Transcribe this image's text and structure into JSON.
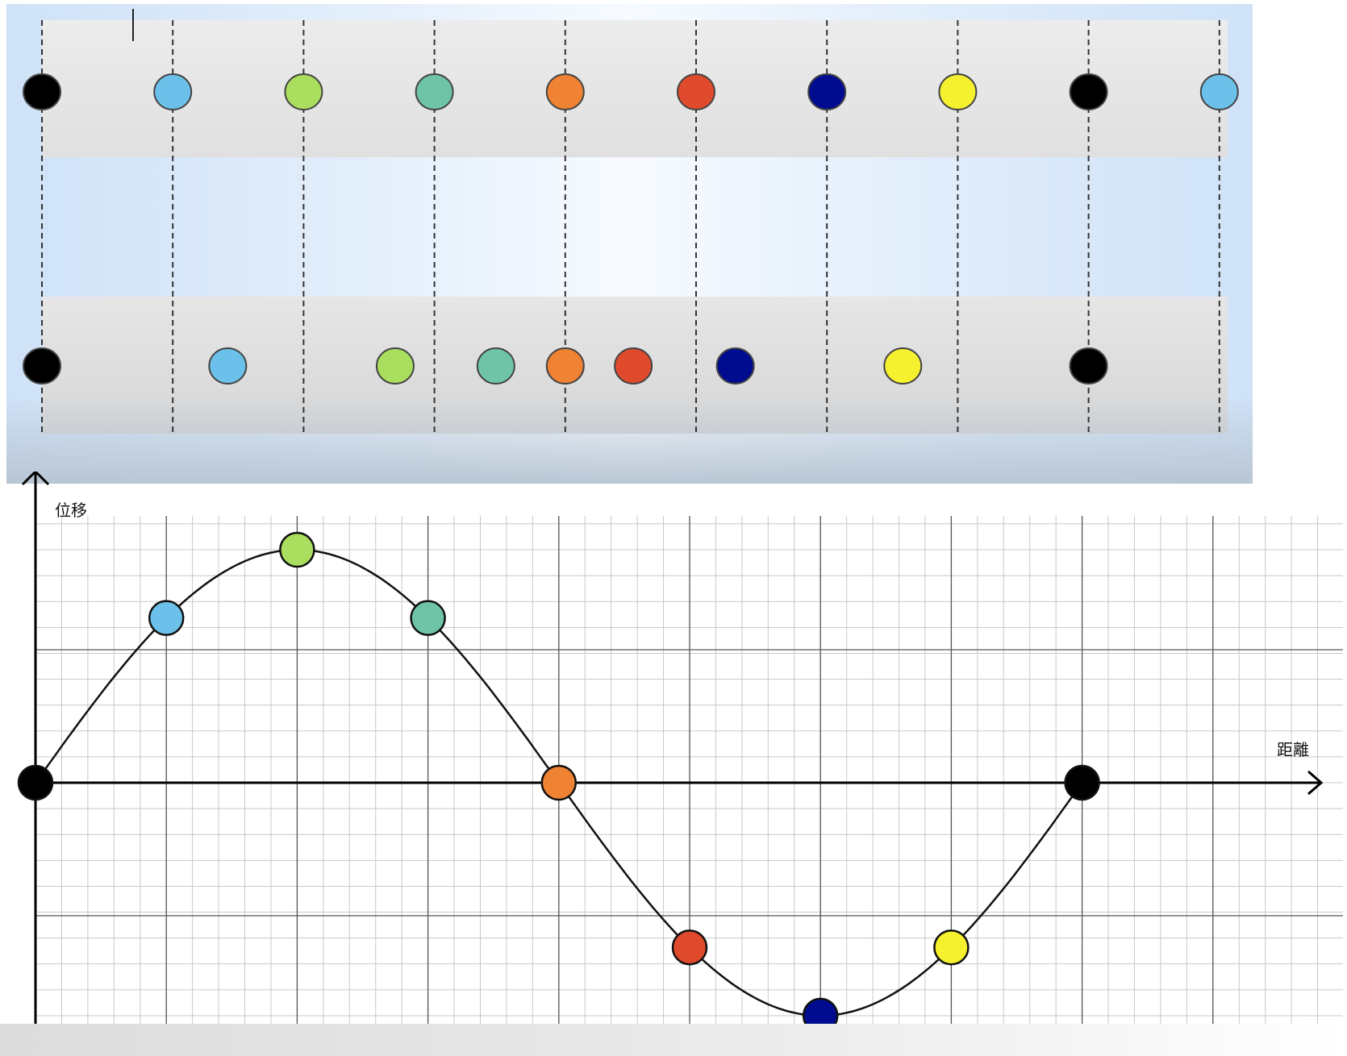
{
  "diagram": {
    "y_axis_label": "位移",
    "x_axis_label": "距離"
  },
  "colors": {
    "particles": [
      "#000000",
      "#6cc1ea",
      "#a9de5e",
      "#6fc4a8",
      "#f08233",
      "#e04a2c",
      "#000c8f",
      "#f6f12f",
      "#000000",
      "#6cc1ea"
    ],
    "dashed_line": "#333333",
    "curve": "#111111",
    "grid_major": "#555555",
    "grid_minor": "#c8c8c8"
  },
  "particles": {
    "equilibrium_index": [
      0,
      1,
      2,
      3,
      4,
      5,
      6,
      7,
      8,
      9
    ],
    "compressed_position": [
      0,
      1.42,
      2.7,
      3.47,
      4.0,
      4.52,
      5.3,
      6.58,
      8.0
    ]
  },
  "chart_data": {
    "type": "line",
    "title": "",
    "xlabel": "距離",
    "ylabel": "位移",
    "x": [
      0,
      1,
      2,
      3,
      4,
      5,
      6,
      7,
      8
    ],
    "series": [
      {
        "values": [
          0,
          0.707,
          1,
          0.707,
          0,
          -0.707,
          -1,
          -0.707,
          0
        ],
        "point_colors": [
          "#000000",
          "#6cc1ea",
          "#a9de5e",
          "#6fc4a8",
          "#f08233",
          "#e04a2c",
          "#000c8f",
          "#f6f12f",
          "#000000"
        ]
      }
    ],
    "xlim": [
      0,
      10
    ],
    "ylim": [
      -1.2,
      1.2
    ],
    "grid": true
  }
}
